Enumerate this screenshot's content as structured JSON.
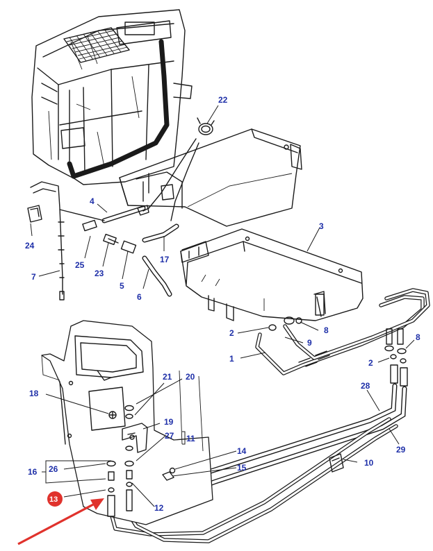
{
  "colors": {
    "callout_text": "#1e2fa8",
    "line_art": "#1a1a1a",
    "highlight_badge": "#e0322c",
    "highlight_arrow": "#e0322c"
  },
  "callouts": {
    "c1": "1",
    "c2a": "2",
    "c2b": "2",
    "c3": "3",
    "c4": "4",
    "c5": "5",
    "c6": "6",
    "c7": "7",
    "c8a": "8",
    "c8b": "8",
    "c9": "9",
    "c10": "10",
    "c11": "11",
    "c12": "12",
    "c13": "13",
    "c14": "14",
    "c15": "15",
    "c16": "16",
    "c17": "17",
    "c18": "18",
    "c19": "19",
    "c20": "20",
    "c21": "21",
    "c22": "22",
    "c23": "23",
    "c24": "24",
    "c25": "25",
    "c26": "26",
    "c27": "27",
    "c28": "28",
    "c29": "29"
  }
}
